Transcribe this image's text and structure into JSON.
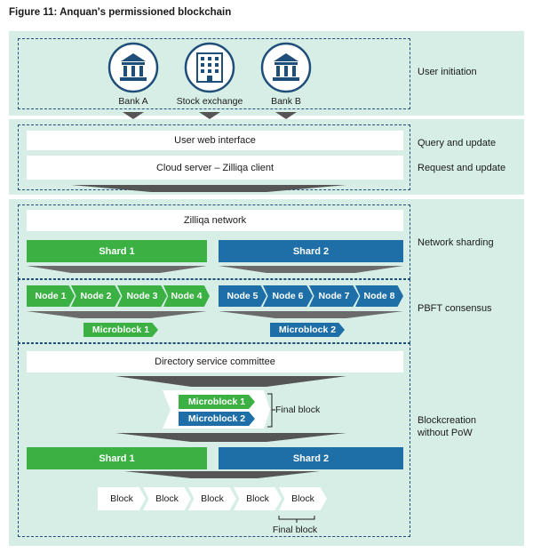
{
  "title": "Figure 11: Anquan's permissioned blockchain",
  "users": [
    "Bank A",
    "Stock exchange",
    "Bank B"
  ],
  "user_icons": [
    "bank-icon",
    "office-building-icon",
    "bank-icon"
  ],
  "steps": {
    "user_initiation": "User initiation",
    "query_update": "Query and update",
    "request_update": "Request and update",
    "network_sharding": "Network sharding",
    "pbft": "PBFT consensus",
    "blockcreation": "Blockcreation\nwithout PoW"
  },
  "bars": {
    "web": "User web interface",
    "cloud": "Cloud server – Zilliqa client",
    "zilliqa": "Zilliqa network",
    "committee": "Directory service committee"
  },
  "shards": [
    "Shard 1",
    "Shard 2"
  ],
  "nodes_shard1": [
    "Node 1",
    "Node 2",
    "Node 3",
    "Node 4"
  ],
  "nodes_shard2": [
    "Node 5",
    "Node 6",
    "Node 7",
    "Node 8"
  ],
  "microblocks": [
    "Microblock 1",
    "Microblock 2"
  ],
  "final_block": "Final block",
  "blocks": [
    "Block",
    "Block",
    "Block",
    "Block",
    "Block"
  ],
  "colors": {
    "green": "#3bb143",
    "blue": "#1e6fa8",
    "panel": "#d6eee6",
    "dash": "#1f4e79",
    "arrow": "#555555"
  }
}
